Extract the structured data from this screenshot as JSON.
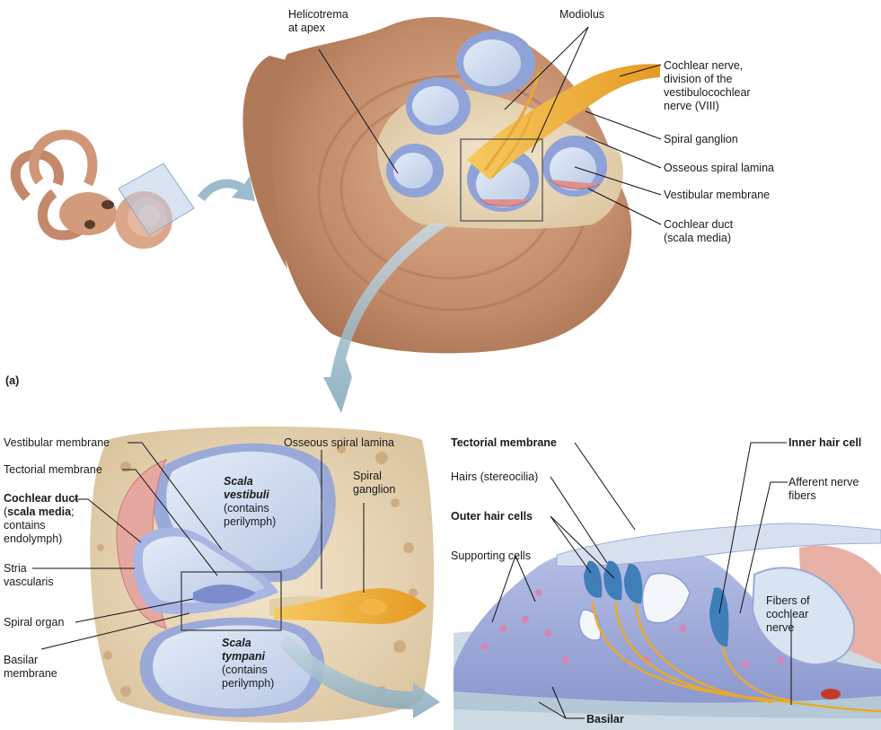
{
  "panel_tag": "(a)",
  "top_labels": {
    "helicotrema": [
      "Helicotrema",
      "at apex"
    ],
    "modiolus": "Modiolus",
    "cochlear_nerve": [
      "Cochlear nerve,",
      "division of the",
      "vestibulocochlear",
      "nerve (VIII)"
    ],
    "spiral_ganglion": "Spiral ganglion",
    "osseous_spiral_lamina": "Osseous spiral lamina",
    "vestibular_membrane": "Vestibular membrane",
    "cochlear_duct": [
      "Cochlear duct",
      "(scala media)"
    ]
  },
  "bottom_left_labels": {
    "vestibular_membrane": "Vestibular membrane",
    "tectorial_membrane": "Tectorial membrane",
    "cochlear_duct_title": "Cochlear duct",
    "cochlear_duct_paren_open": "(",
    "scala_media": "scala media",
    "cochlear_duct_semicolon": ";",
    "contains": "contains",
    "endolymph": "endolymph)",
    "stria": [
      "Stria",
      "vascularis"
    ],
    "spiral_organ": "Spiral organ",
    "basilar_membrane": [
      "Basilar",
      "membrane"
    ],
    "osseous_spiral_lamina": "Osseous spiral lamina",
    "spiral_ganglion": [
      "Spiral",
      "ganglion"
    ],
    "scala_vestibuli": [
      "Scala",
      "vestibuli",
      "(contains",
      "perilymph)"
    ],
    "scala_tympani": [
      "Scala",
      "tympani",
      "(contains",
      "perilymph)"
    ]
  },
  "bottom_right_labels": {
    "tectorial_membrane": "Tectorial membrane",
    "hairs": "Hairs (stereocilia)",
    "outer_hair_cells": "Outer hair cells",
    "supporting_cells": "Supporting cells",
    "inner_hair_cell": "Inner hair cell",
    "afferent_nerve_fibers": [
      "Afferent nerve",
      "fibers"
    ],
    "fibers_of_cochlear_nerve": [
      "Fibers of",
      "cochlear",
      "nerve"
    ],
    "basilar": "Basilar"
  },
  "colors": {
    "bone": "#e8d7b7",
    "shell": "#c99779",
    "scala": "#cfdcef",
    "membrane": "#8b9fd6",
    "nerve": "#f0b43c",
    "stria": "#e29b94",
    "arrow": "#8fb1c3"
  }
}
